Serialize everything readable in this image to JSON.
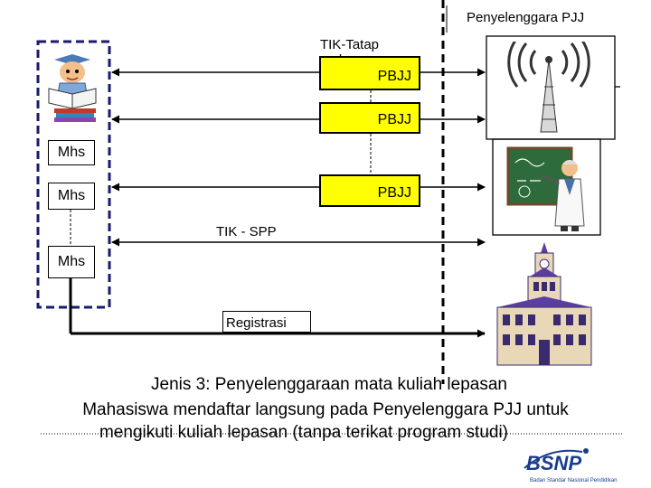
{
  "header": {
    "provider": "Penyelenggara PJJ"
  },
  "links": {
    "tik_tatap_muka": "TIK-Tatap muka",
    "pbjj_1": "PBJJ",
    "pbjj_2": "PBJJ",
    "pbjj_3": "PBJJ",
    "tik_spp": "TIK - SPP",
    "registrasi": "Registrasi"
  },
  "students": {
    "mhs_1": "Mhs",
    "mhs_2": "Mhs",
    "mhs_3": "Mhs"
  },
  "caption": {
    "line1": "Jenis 3: Penyelenggaraan mata kuliah lepasan",
    "line2": "Mahasiswa  mendaftar langsung pada Penyelenggara PJJ  untuk",
    "line3": "mengikuti kuliah lepasan (tanpa terikat program studi)"
  },
  "logo": {
    "name": "BSNP",
    "subtitle": "Badan Standar Nasional Pendidikan"
  },
  "colors": {
    "pbjj_fill": "#ffff00",
    "dashed_border": "#1a1a6e",
    "logo_blue": "#1a3c8c"
  }
}
